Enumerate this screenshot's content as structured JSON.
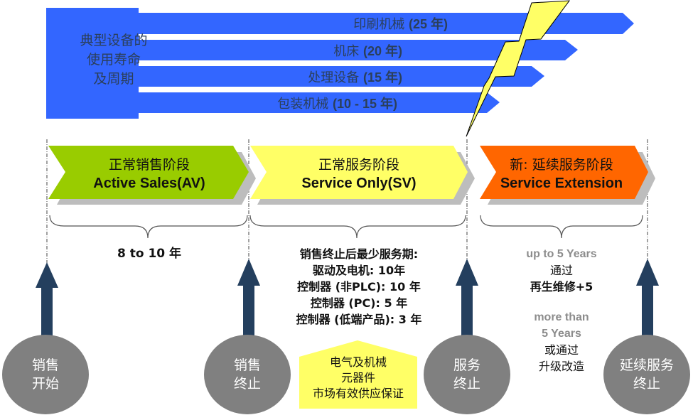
{
  "colors": {
    "lifespan_blue": "#3366ff",
    "active_sales_green": "#99cc00",
    "service_only_yellow": "#ffff66",
    "service_extension_orange": "#ff6600",
    "milestone_gray": "#808080",
    "arrow_navy": "#243f5e",
    "lightning_yellow": "#ffff66",
    "muted_text": "#8c8c8c"
  },
  "lifespan": {
    "title_lines": [
      "典型设备的",
      "使用寿命",
      "及周期"
    ],
    "bars": [
      {
        "name": "印刷机械",
        "years": "(25 年)"
      },
      {
        "name": "机床",
        "years": "(20 年)"
      },
      {
        "name": "处理设备",
        "years": "(15 年)"
      },
      {
        "name": "包装机械",
        "years": "(10 - 15 年)"
      }
    ]
  },
  "phases": [
    {
      "zh": "正常销售阶段",
      "en": "Active Sales(AV)"
    },
    {
      "zh": "正常服务阶段",
      "en": "Service Only(SV)"
    },
    {
      "zh": "新: 延续服务阶段",
      "en": "Service Extension"
    }
  ],
  "durations": {
    "active_sales": "8 to 10 年",
    "service_only": {
      "heading": "销售终止后最少服务期:",
      "items": [
        "驱动及电机: 10年",
        "控制器 (非PLC): 10 年",
        "控制器 (PC): 5 年",
        "控制器 (低端产品): 3 年"
      ]
    },
    "service_extension": {
      "option1_gray": "up to 5 Years",
      "option1_lines": [
        "通过",
        "再生维修+5"
      ],
      "option2_gray_lines": [
        "more than",
        "5 Years"
      ],
      "option2_lines": [
        "或通过",
        "升级改造"
      ]
    }
  },
  "supply_note": [
    "电气及机械",
    "元器件",
    "市场有效供应保证"
  ],
  "milestones": [
    {
      "lines": [
        "销售",
        "开始"
      ]
    },
    {
      "lines": [
        "销售",
        "终止"
      ]
    },
    {
      "lines": [
        "服务",
        "终止"
      ]
    },
    {
      "lines": [
        "延续服务",
        "终止"
      ]
    }
  ]
}
